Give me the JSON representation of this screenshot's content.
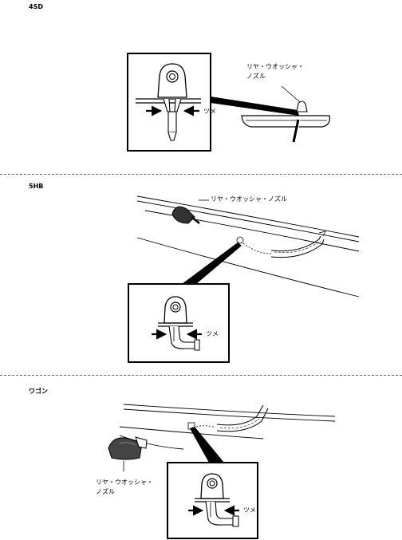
{
  "sections": [
    {
      "title": "4SD",
      "nozzle_label_line1": "リヤ・ウオッシャ・",
      "nozzle_label_line2": "ノズル",
      "tab_label": "ツメ"
    },
    {
      "title": "5HB",
      "nozzle_label": "リヤ・ウオッシャ・ノズル",
      "tab_label": "ツメ"
    },
    {
      "title": "ワゴン",
      "nozzle_label_line1": "リヤ・ウオッシャ・",
      "nozzle_label_line2": "ノズル",
      "tab_label": "ツメ"
    }
  ]
}
